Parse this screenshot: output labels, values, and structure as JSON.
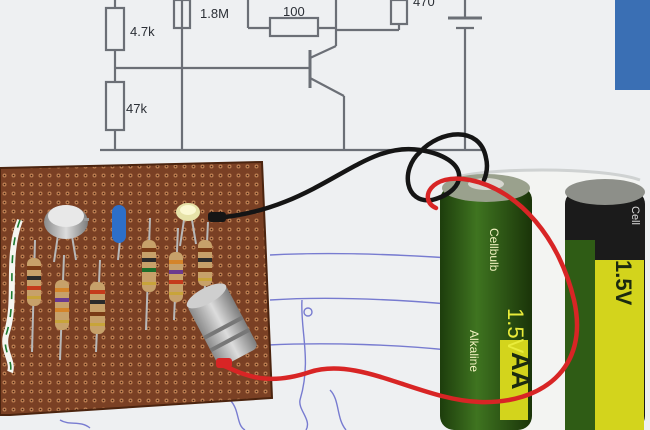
{
  "schematic": {
    "resistor_top_left": "4.7k",
    "resistor_bottom_left": "47k",
    "resistor_top_mid": "1.8M",
    "resistor_series": "100",
    "resistor_top_right": "470"
  },
  "battery_1": {
    "text_1": "1.5V",
    "text_2": "AA",
    "text_3": "Alkaline",
    "text_4": "Cellbulb"
  },
  "battery_2": {
    "text_1": "1.5V",
    "text_2": "Cell"
  },
  "colors": {
    "paper": "#eef0f2",
    "ink": "#6b6f76",
    "pcb": "#7a4024",
    "pad": "#c98a5a",
    "battery_green": "#2e5a16",
    "battery_yellow": "#d3d41c",
    "wire_red": "#d82525",
    "wire_black": "#151515"
  }
}
